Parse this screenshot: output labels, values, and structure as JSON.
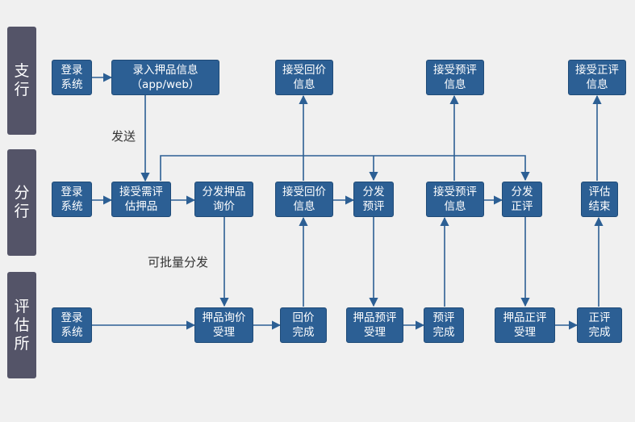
{
  "lanes": {
    "branch": "支\n行",
    "sub_branch": "分\n行",
    "appraiser": "评\n估所"
  },
  "nodes": {
    "b_login": "登录\n系统",
    "b_input": "录入押品信息\n（app/web）",
    "b_recv_reply": "接受回价\n信息",
    "b_recv_pre": "接受预评\n信息",
    "b_recv_formal": "接受正评\n信息",
    "s_login": "登录\n系统",
    "s_accept": "接受需评\n估押品",
    "s_dispatch_inq": "分发押品\n询价",
    "s_recv_reply": "接受回价\n信息",
    "s_dispatch_pre": "分发\n预评",
    "s_recv_pre": "接受预评\n信息",
    "s_dispatch_formal": "分发\n正评",
    "s_end": "评估\n结束",
    "a_login": "登录\n系统",
    "a_inq_accept": "押品询价\n受理",
    "a_reply_done": "回价\n完成",
    "a_pre_accept": "押品预评\n受理",
    "a_pre_done": "预评\n完成",
    "a_formal_accept": "押品正评\n受理",
    "a_formal_done": "正评\n完成"
  },
  "notes": {
    "send": "发送",
    "batch": "可批量分发"
  }
}
